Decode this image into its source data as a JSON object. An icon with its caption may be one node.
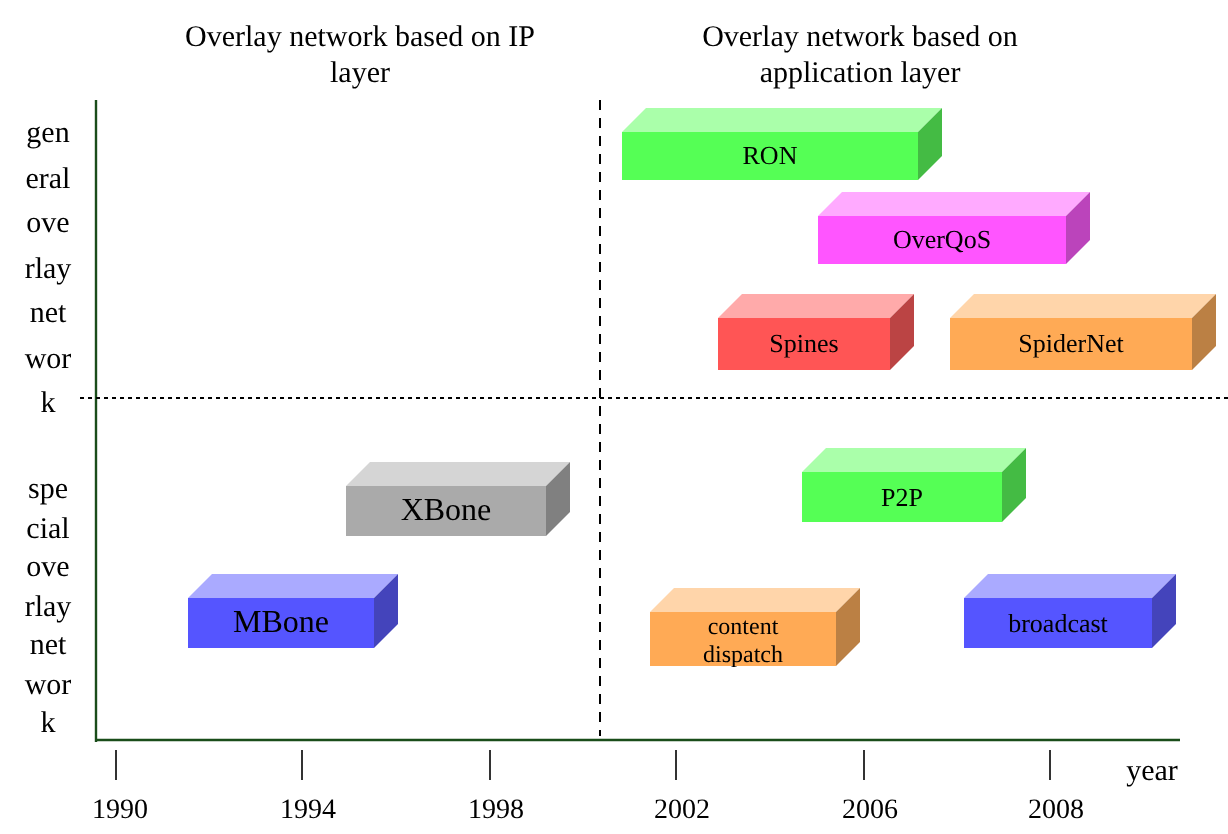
{
  "diagram": {
    "nodes": [
      {
        "text": [
          "RON"
        ]
      },
      {
        "text": [
          "OverQoS"
        ]
      },
      {
        "text": [
          "Spines"
        ]
      },
      {
        "text": [
          "SpiderNet"
        ]
      },
      {
        "text": [
          "XBone"
        ]
      },
      {
        "text": [
          "P2P"
        ]
      },
      {
        "text": [
          "MBone"
        ]
      },
      {
        "text": [
          "content dispatch"
        ]
      },
      {
        "text": [
          "broadcast"
        ]
      }
    ],
    "labels": [
      "Overlay network based on IP layer",
      "Overlay network based on application layer",
      "gen eral ove rlay net wor k",
      "spe cial ove rlay net wor k",
      "1990",
      "1994",
      "1998",
      "2002",
      "2006",
      "2008",
      "year"
    ]
  }
}
